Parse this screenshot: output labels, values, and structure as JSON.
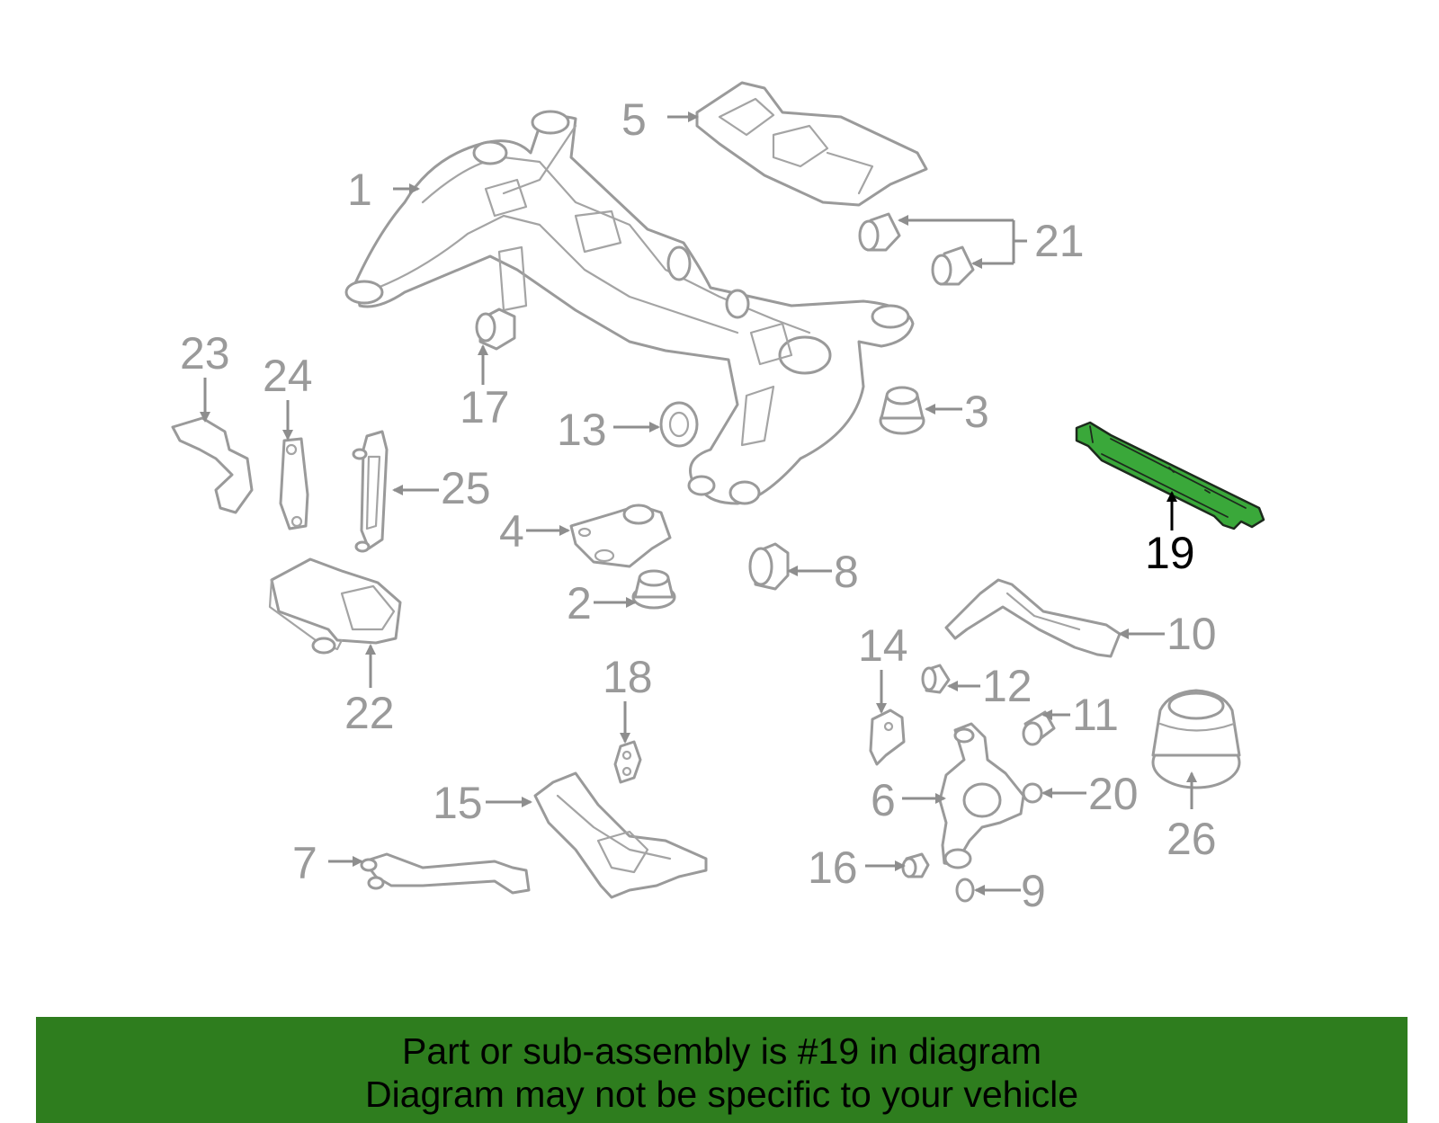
{
  "diagram": {
    "highlighted_part": "19",
    "highlight_color": "#3aa83a",
    "callouts": {
      "c1": "1",
      "c2": "2",
      "c3": "3",
      "c4": "4",
      "c5": "5",
      "c6": "6",
      "c7": "7",
      "c8": "8",
      "c9": "9",
      "c10": "10",
      "c11": "11",
      "c12": "12",
      "c13": "13",
      "c14": "14",
      "c15": "15",
      "c16": "16",
      "c17": "17",
      "c18": "18",
      "c19": "19",
      "c20": "20",
      "c21": "21",
      "c22": "22",
      "c23": "23",
      "c24": "24",
      "c25": "25",
      "c26": "26"
    }
  },
  "footer": {
    "line1": "Part or sub-assembly is #19 in diagram",
    "line2": "Diagram may not be specific to your vehicle",
    "background": "#2e7d1e"
  }
}
